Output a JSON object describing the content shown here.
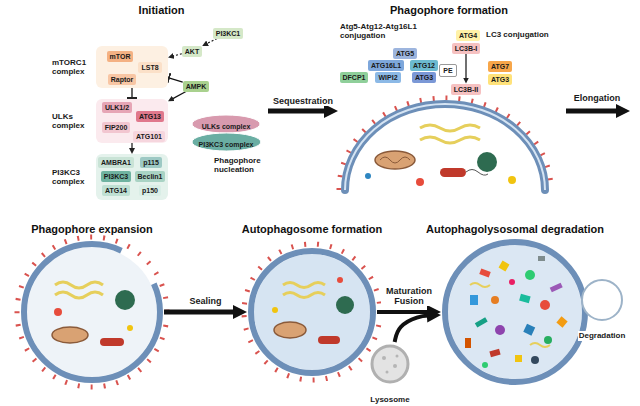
{
  "diagram": {
    "nodes": [
      {
        "text": [
          "Initiation"
        ]
      },
      {
        "text": [
          "PI3KC1"
        ],
        "in": 0
      },
      {
        "text": [
          "AKT"
        ],
        "in": 0
      },
      {
        "text": [
          "mTORC1 complex"
        ],
        "in": 0
      },
      {
        "text": [
          "mTOR"
        ],
        "in": 3
      },
      {
        "text": [
          "LST8"
        ],
        "in": 3
      },
      {
        "text": [
          "Raptor"
        ],
        "in": 3
      },
      {
        "text": [
          "AMPK"
        ],
        "in": 0
      },
      {
        "text": [
          "ULKs complex"
        ],
        "in": 0
      },
      {
        "text": [
          "ULK1/2"
        ],
        "in": 8
      },
      {
        "text": [
          "ATG13"
        ],
        "in": 8
      },
      {
        "text": [
          "FIP200"
        ],
        "in": 8
      },
      {
        "text": [
          "ATG101"
        ],
        "in": 8
      },
      {
        "text": [
          "PI3KC3 complex"
        ],
        "in": 0
      },
      {
        "text": [
          "AMBRA1"
        ],
        "in": 13
      },
      {
        "text": [
          "p115"
        ],
        "in": 13
      },
      {
        "text": [
          "PI3KC3"
        ],
        "in": 13
      },
      {
        "text": [
          "Beclin1"
        ],
        "in": 13
      },
      {
        "text": [
          "ATG14"
        ],
        "in": 13
      },
      {
        "text": [
          "p150"
        ],
        "in": 13
      },
      {
        "text": [
          "ULKs complex"
        ],
        "in": 0
      },
      {
        "text": [
          "PI3KC3 complex"
        ],
        "in": 0
      },
      {
        "text": [
          "Phagophore formation"
        ]
      },
      {
        "text": [
          "ATG5"
        ],
        "in": 22
      },
      {
        "text": [
          "ATG16L1"
        ],
        "in": 22
      },
      {
        "text": [
          "ATG12"
        ],
        "in": 22
      },
      {
        "text": [
          "DFCP1"
        ],
        "in": 22
      },
      {
        "text": [
          "WIPI2"
        ],
        "in": 22
      },
      {
        "text": [
          "ATG3"
        ],
        "in": 22
      },
      {
        "text": [
          "ATG4"
        ],
        "in": 22
      },
      {
        "text": [
          "LC3B-I"
        ],
        "in": 22
      },
      {
        "text": [
          "PE"
        ],
        "in": 22
      },
      {
        "text": [
          "LC3B-II"
        ],
        "in": 22
      },
      {
        "text": [
          "ATG7"
        ],
        "in": 22
      },
      {
        "text": [
          "ATG3"
        ],
        "in": 22
      },
      {
        "text": [
          "Phagophore expansion"
        ]
      },
      {
        "text": [
          "Autophagosome formation"
        ]
      },
      {
        "text": [
          "Autophagolysosomal degradation"
        ]
      },
      {
        "text": [
          "Lysosome"
        ]
      },
      {
        "text": [
          "Degradation"
        ]
      }
    ],
    "edges": [
      {
        "from": 1,
        "to": 2,
        "arrow": "to"
      },
      {
        "from": 2,
        "to": 3,
        "arrow": "to"
      },
      {
        "from": 7,
        "to": 3,
        "arrow": "to"
      },
      {
        "from": 7,
        "to": 8,
        "arrow": "to"
      },
      {
        "from": 3,
        "to": 8,
        "arrow": "to"
      },
      {
        "from": 8,
        "to": 13,
        "arrow": "to"
      },
      {
        "from": 0,
        "to": 22,
        "label": "Sequestration",
        "arrow": "to"
      },
      {
        "from": 30,
        "to": 32,
        "arrow": "to"
      },
      {
        "from": 35,
        "to": 36,
        "label": "Sealing",
        "arrow": "to"
      },
      {
        "from": 36,
        "to": 37,
        "label": "Maturation Fusion",
        "arrow": "to"
      },
      {
        "from": 38,
        "to": 37,
        "arrow": "to"
      }
    ],
    "labels": [
      "Phagophore nucleation",
      "Atg5-Atg12-Atg16L1 conjugation",
      "LC3 conjugation",
      "Elongation"
    ]
  }
}
